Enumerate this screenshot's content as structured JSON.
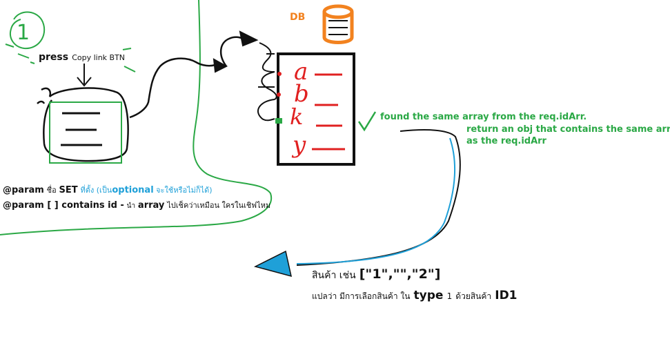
{
  "step": {
    "number": "1"
  },
  "press": {
    "word": "press",
    "label": "Copy link BTN"
  },
  "db": {
    "label": "DB"
  },
  "list_letters": [
    "a",
    "b",
    "k",
    "y"
  ],
  "found": {
    "line1": "found the same array from the req.idArr.",
    "line2": "return an obj that contains the same arr",
    "line3": "as the req.idArr"
  },
  "params": {
    "line1": {
      "tag": "@param",
      "name": "ชื่อ",
      "set": "SET",
      "hint_prefix": "ที่ตั้ง (เป็น",
      "optional": "optional",
      "hint_suffix": " จะใช้หรือไม่ก็ได้)"
    },
    "line2": {
      "tag": "@param [ ] contains id -",
      "pre": "นำ",
      "array": "array",
      "post": "ไปเช็คว่าเหมือน ใครในเชิฟไหม"
    }
  },
  "example": {
    "prefix": "สินค้า เช่น",
    "array": "[\"1\",\"\",\"2\"]",
    "meaning_pre": "แปลว่า มีการเลือกสินค้า ใน",
    "type_word": "type",
    "type_num": "1",
    "meaning_mid": "ด้วยสินค้า",
    "id": "ID1"
  },
  "colors": {
    "green": "#2aa845",
    "blue": "#1fa0d8",
    "orange": "#f2821f",
    "red": "#e02020",
    "black": "#111111"
  }
}
